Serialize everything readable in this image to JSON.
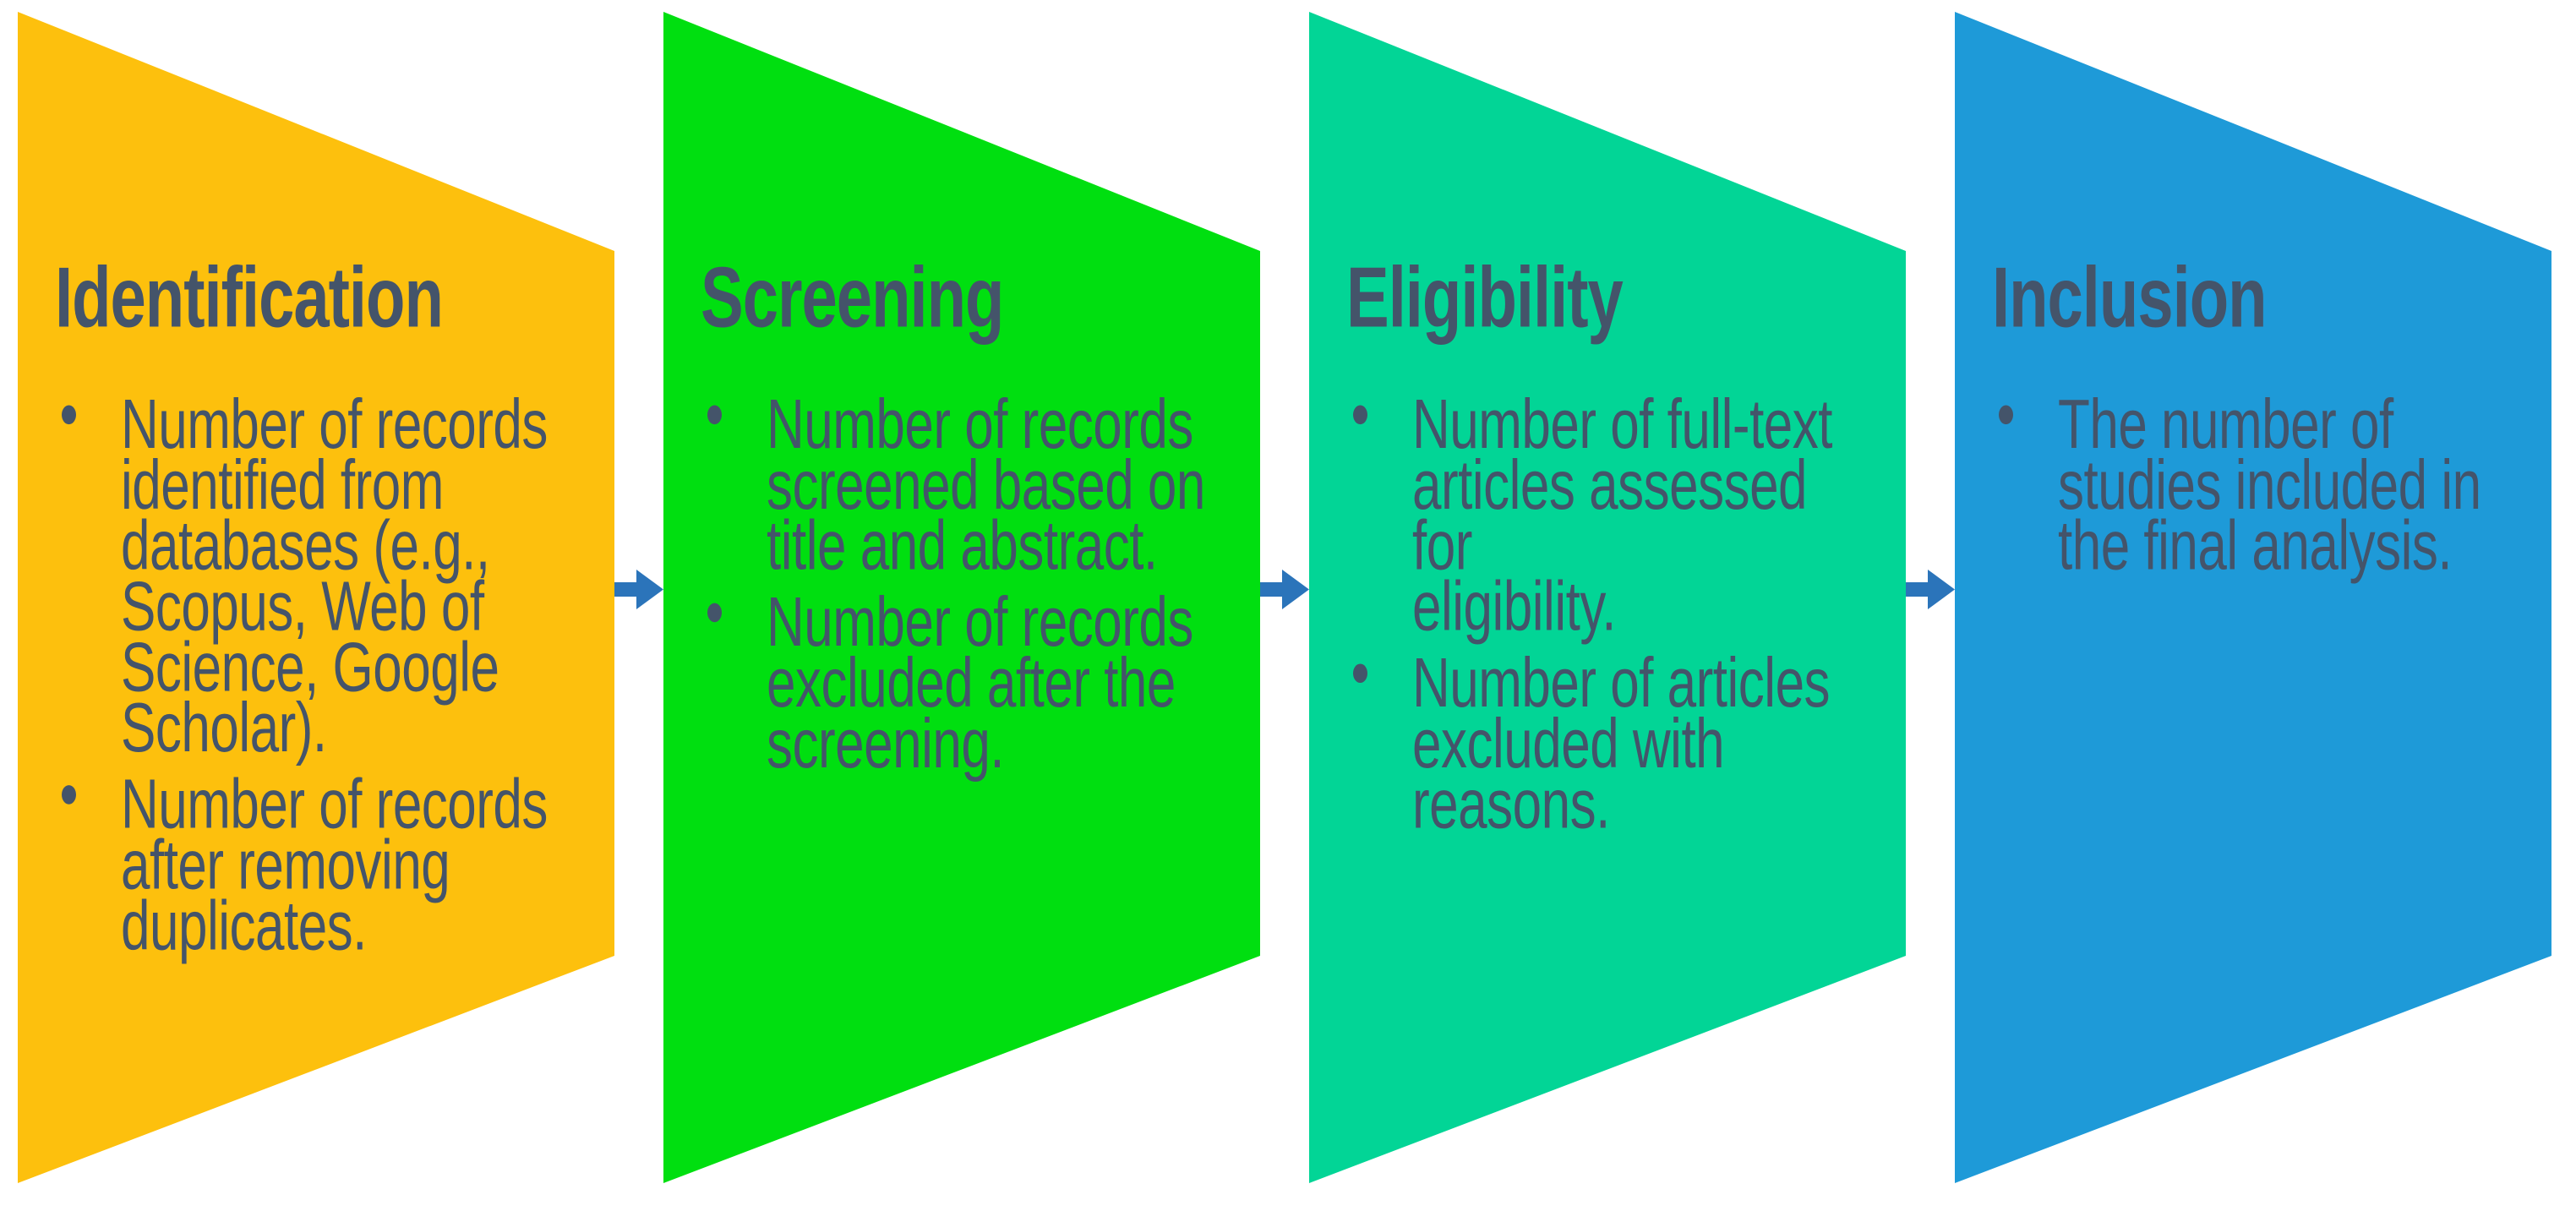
{
  "canvas": {
    "background_color": "#FFFFFF",
    "text_color": "#44546A"
  },
  "stages": [
    {
      "title": "Identification",
      "fill_color": "#FDC00D",
      "bullets": [
        "Number of records\nidentified from\ndatabases (e.g.,\nScopus, Web of\nScience, Google\nScholar).",
        "Number of records\nafter removing\nduplicates."
      ]
    },
    {
      "title": "Screening",
      "fill_color": "#00DF10",
      "bullets": [
        "Number of records\nscreened based on\ntitle and abstract.",
        "Number of records\nexcluded after the\nscreening."
      ]
    },
    {
      "title": "Eligibility",
      "fill_color": "#02D596",
      "bullets": [
        "Number of full-text\narticles assessed for\neligibility.",
        "Number of articles\nexcluded with\nreasons."
      ]
    },
    {
      "title": "Inclusion",
      "fill_color": "#1E9AD8",
      "bullets": [
        "The number of\nstudies included in\nthe final analysis."
      ]
    }
  ],
  "arrows": {
    "color": "#2B74BA",
    "direction": "right"
  }
}
